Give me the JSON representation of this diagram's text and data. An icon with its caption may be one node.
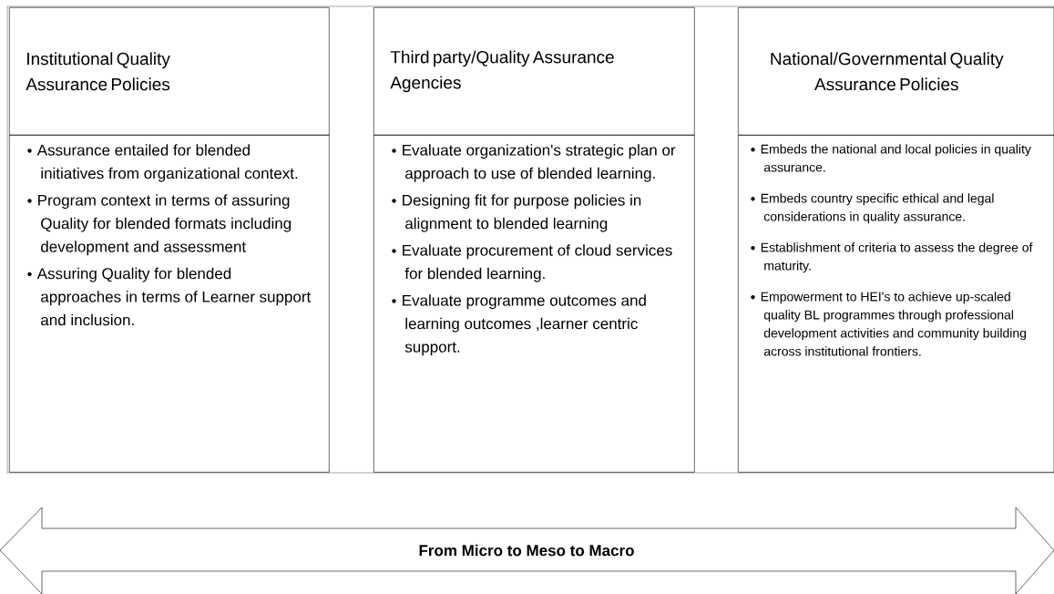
{
  "diagram": {
    "nodes": [
      {
        "text": [
          "Institutional  Quality Assurance Policies"
        ]
      },
      {
        "text": [
          "Assurance entailed for blended initiatives from organizational context.",
          "Program context in terms of assuring Quality for blended formats including development and assessment",
          "Assuring Quality for blended approaches in terms of Learner support and inclusion."
        ]
      },
      {
        "text": [
          "Third party/Quality Assurance Agencies"
        ]
      },
      {
        "text": [
          "Evaluate organization's strategic plan or approach to use of blended learning.",
          "Designing fit for purpose policies in  alignment to blended learning",
          "Evaluate procurement of cloud services for blended learning.",
          "Evaluate programme outcomes and learning outcomes ,learner centric support."
        ]
      },
      {
        "text": [
          "National/Governmental Quality Assurance Policies"
        ]
      },
      {
        "text": [
          "Embeds the national and local policies in quality assurance.",
          "Embeds country specific ethical and legal considerations in quality assurance.",
          "Establishment of criteria to assess the degree of maturity.",
          "Empowerment to HEI's to achieve up-scaled quality BL programmes through professional development activities and community building across institutional frontiers."
        ]
      },
      {
        "text": [
          "From Micro to Meso to Macro"
        ]
      }
    ],
    "edges": []
  }
}
